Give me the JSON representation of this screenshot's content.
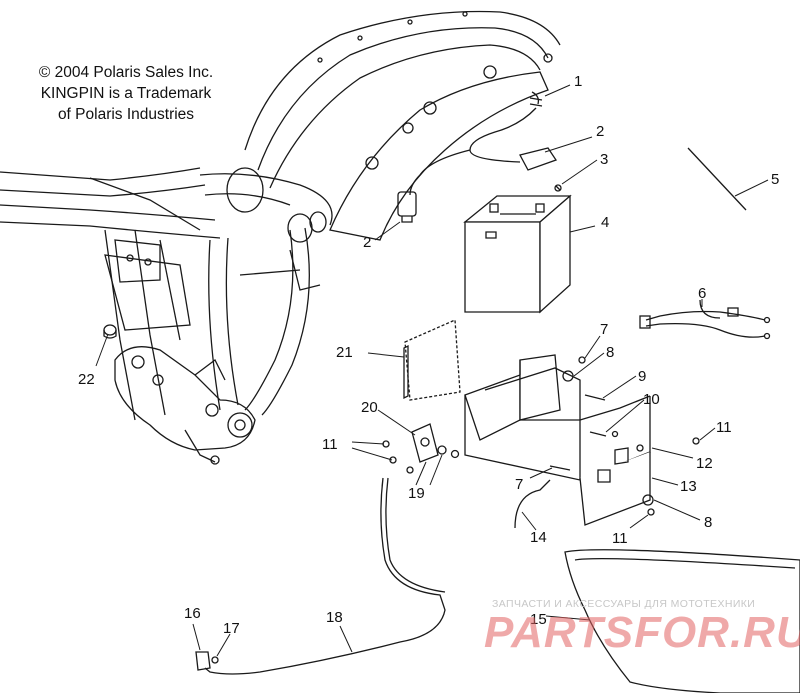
{
  "copyright": {
    "line1": "© 2004 Polaris Sales Inc.",
    "line2": "KINGPIN is a Trademark",
    "line3": "of Polaris Industries"
  },
  "callouts": [
    "1",
    "2",
    "2",
    "3",
    "4",
    "5",
    "6",
    "7",
    "8",
    "9",
    "10",
    "11",
    "11",
    "11",
    "12",
    "13",
    "8",
    "14",
    "7",
    "15",
    "16",
    "17",
    "18",
    "19",
    "20",
    "21",
    "22"
  ],
  "watermark": {
    "tagline": "ЗАПЧАСТИ И АКСЕССУАРЫ ДЛЯ МОТОТЕХНИКИ",
    "brand": "PARTSFOR.RU"
  },
  "colors": {
    "line": "#1a1a1a",
    "watermark": "#e26262",
    "background": "#ffffff"
  }
}
